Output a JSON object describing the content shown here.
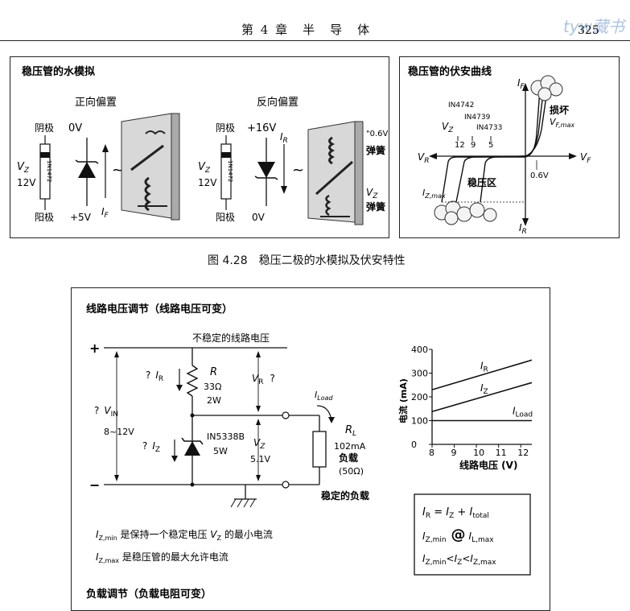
{
  "header": {
    "chapter_title": "第 4 章　半　导　体",
    "page_number": "325",
    "watermark": "tyw藏书"
  },
  "figure_top": {
    "left_panel": {
      "title": "稳压管的水模拟",
      "forward": {
        "heading": "正向偏置",
        "cathode": "阴极",
        "anode": "阳极",
        "v_top": "0V",
        "v_bottom": "+5V",
        "vz_label": "V",
        "vz_sub": "Z",
        "vz_value": "12V",
        "part": "1N1472",
        "current": "I",
        "current_sub": "F"
      },
      "reverse": {
        "heading": "反向偏置",
        "cathode": "阴极",
        "anode": "阳极",
        "v_top": "+16V",
        "v_bottom": "0V",
        "vz_label": "V",
        "vz_sub": "Z",
        "vz_value": "12V",
        "part": "1N1472",
        "current": "I",
        "current_sub": "R",
        "spring1_top": "\"0.6V\"",
        "spring1": "弹簧",
        "spring2_label": "V",
        "spring2_sub": "Z",
        "spring2": "弹簧"
      }
    },
    "right_panel": {
      "title": "稳压管的伏安曲线",
      "if_label": "I",
      "if_sub": "F",
      "ir_label": "I",
      "ir_sub": "R",
      "vr_label": "V",
      "vr_sub": "R",
      "vf_label": "V",
      "vf_sub": "F",
      "vz_label": "V",
      "vz_sub": "Z",
      "parts": [
        "IN4742",
        "IN4739",
        "IN4733"
      ],
      "vz_values": [
        "12",
        "9",
        "5"
      ],
      "damage": "损坏",
      "vfmax": "V",
      "vfmax_sub": "F,max",
      "region": "稳压区",
      "v06": "0.6V",
      "izmax": "I",
      "izmax_sub": "Z,max"
    },
    "caption": "图 4.28　稳压二极的水模拟及伏安特性"
  },
  "figure_bottom": {
    "title": "线路电压调节（线路电压可变）",
    "plus": "+",
    "minus": "−",
    "unstable_line": "不稳定的线路电压",
    "q": "?",
    "ir": "I",
    "ir_sub": "R",
    "r_label": "R",
    "r_value": "33Ω",
    "r_power": "2W",
    "vr": "V",
    "vr_sub": "R",
    "vin": "V",
    "vin_sub": "IN",
    "vin_range": "8~12V",
    "iz": "I",
    "iz_sub": "Z",
    "zener_part": "IN5338B",
    "zener_power": "5W",
    "vz": "V",
    "vz_sub": "Z",
    "vz_value": "5.1V",
    "iload": "I",
    "iload_sub": "Load",
    "rl": "R",
    "rl_sub": "L",
    "load_current": "102mA",
    "load_text": "负载",
    "load_res": "(50Ω)",
    "stable_load": "稳定的负载",
    "note1_a": "I",
    "note1_sub": "Z,min",
    "note1_b": " 是保持一个稳定电压 ",
    "note1_c": "V",
    "note1_csub": "Z",
    "note1_d": " 的最小电流",
    "note2_a": "I",
    "note2_sub": "Z,max",
    "note2_b": " 是稳压管的最大允许电流",
    "next_section": "负载调节（负载电阻可变）",
    "formula1": "I",
    "formula1_sub": "R",
    "formula1_rest": " = ",
    "formula1_b": "I",
    "formula1_bsub": "Z",
    "formula1_c": " + ",
    "formula1_d": "I",
    "formula1_dsub": "total",
    "formula2_a": "I",
    "formula2_asub": "Z,min",
    "formula2_at": "@",
    "formula2_b": "I",
    "formula2_bsub": "L,max",
    "formula3_a": "I",
    "formula3_asub": "Z,min",
    "formula3_lt": "<",
    "formula3_b": "I",
    "formula3_bsub": "Z",
    "formula3_lt2": "<",
    "formula3_c": "I",
    "formula3_csub": "Z,max"
  },
  "chart_data": {
    "type": "line",
    "xlabel": "线路电压 (V)",
    "ylabel": "电流 (mA)",
    "x_ticks": [
      "8",
      "9",
      "10",
      "11",
      "12"
    ],
    "y_ticks": [
      "0",
      "100",
      "200",
      "300",
      "400"
    ],
    "xlim": [
      8,
      12.5
    ],
    "ylim": [
      0,
      400
    ],
    "series": [
      {
        "name": "I_R",
        "label": "I",
        "sub": "R",
        "x": [
          8,
          12.5
        ],
        "values": [
          230,
          355
        ]
      },
      {
        "name": "I_Z",
        "label": "I",
        "sub": "Z",
        "x": [
          8,
          12.5
        ],
        "values": [
          138,
          260
        ]
      },
      {
        "name": "I_Load",
        "label": "I",
        "sub": "Load",
        "x": [
          8,
          12.5
        ],
        "values": [
          100,
          100
        ]
      }
    ]
  }
}
